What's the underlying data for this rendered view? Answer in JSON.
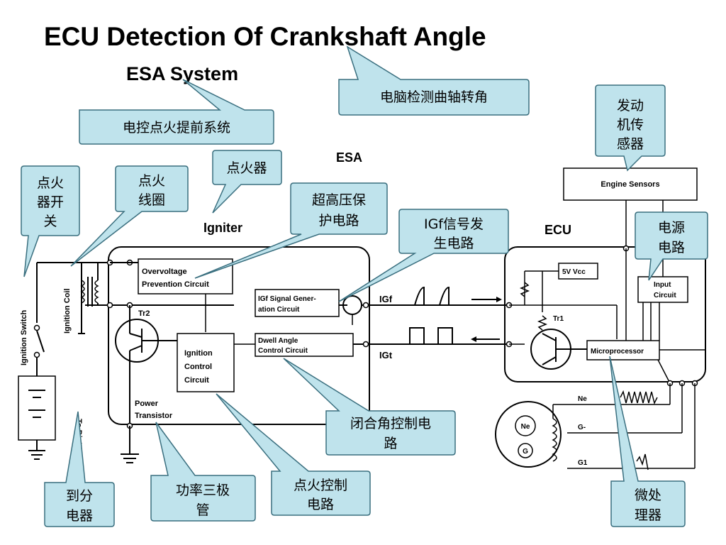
{
  "title": "ECU Detection Of Crankshaft Angle",
  "subtitle": "ESA System",
  "diagram": {
    "esa_label": "ESA",
    "igniter_label": "Igniter",
    "ecu_label": "ECU",
    "engine_sensors": "Engine Sensors",
    "ignition_switch": "Ignition Switch",
    "ignition_coil": "Ignition Coil",
    "to_distributor": "To Distributor",
    "overvoltage_1": "Overvoltage",
    "overvoltage_2": "Prevention Circuit",
    "igf_gen_1": "IGf Signal Gener-",
    "igf_gen_2": "ation Circuit",
    "dwell_1": "Dwell Angle",
    "dwell_2": "Control Circuit",
    "ignition_control_1": "Ignition",
    "ignition_control_2": "Control",
    "ignition_control_3": "Circuit",
    "tr2": "Tr2",
    "power_transistor_1": "Power",
    "power_transistor_2": "Transistor",
    "igf": "IGf",
    "igt": "IGt",
    "vcc": "5V Vcc",
    "tr1": "Tr1",
    "input_circuit_1": "Input",
    "input_circuit_2": "Circuit",
    "microprocessor": "Microprocessor",
    "ne": "Ne",
    "g_minus": "G-",
    "g1": "G1",
    "ne_rotor": "Ne",
    "g_rotor": "G"
  },
  "callouts": {
    "computer_crank": "电脑检测曲轴转角",
    "esa_system": "电控点火提前系统",
    "engine_sensor": [
      "发动",
      "机传",
      "感器"
    ],
    "igniter": "点火器",
    "ignition_switch": [
      "点火",
      "器开",
      "关"
    ],
    "ignition_coil": [
      "点火",
      "线圈"
    ],
    "overvoltage": [
      "超高压保",
      "护电路"
    ],
    "igf_circuit": [
      "IGf信号发",
      "生电路"
    ],
    "power_circuit": [
      "电源",
      "电路"
    ],
    "dwell": [
      "闭合角控制电",
      "路"
    ],
    "ignition_control": [
      "点火控制",
      "电路"
    ],
    "power_transistor": [
      "功率三极",
      "管"
    ],
    "distributor": [
      "到分",
      "电器"
    ],
    "microprocessor": [
      "微处",
      "理器"
    ]
  }
}
